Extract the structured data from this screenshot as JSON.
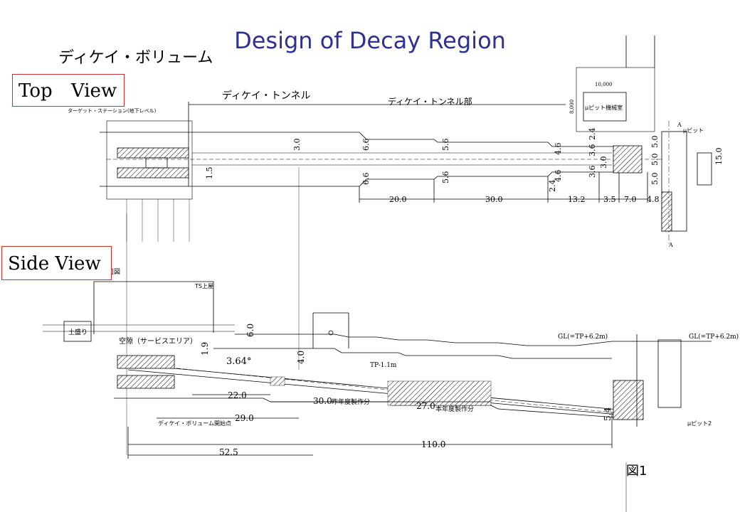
{
  "slide": {
    "title": "Design of Decay Region",
    "top_view_label": "Top View",
    "side_view_label": "Side View"
  },
  "drawing": {
    "heading_jp": "ディケイ・ボリューム",
    "tunnel_label": "ディケイ・トンネル",
    "tunnel_section_label": "ディケイ・トンネル部",
    "target_station_label": "ターゲット・ステーション(地下レベル)",
    "mu_pit_room": "μピット機械室",
    "mu_pit": "μピット",
    "mu_pit_2": "μピット2",
    "dim_10000": "10,000",
    "dim_8000": "8,000",
    "section_label": "断面図",
    "ts_top": "TS上屋",
    "soil": "土盛り",
    "space_service": "空隙（サービスエリア）",
    "gl_left": "GL(=TP+6.2m)",
    "gl_right": "GL(=TP+6.2m)",
    "tp_level": "TP-1.1m",
    "last_year": "昨年度製作分",
    "this_year": "本年度製作分",
    "decay_start": "ディケイ・ボリューム開始点",
    "angle": "3.64°",
    "figure_label": "図1",
    "section_a": "A",
    "top_dims": {
      "d3_0": "3.0",
      "d1_5": "1.5",
      "d6_6a": "6.6",
      "d6_6b": "6.6",
      "d5_6a": "5.6",
      "d5_6b": "5.6",
      "d4_6a": "4.6",
      "d4_6b": "4.6",
      "d2_4a": "2.4",
      "d2_4b": "2.4",
      "d3_6a": "3.6",
      "d3_6b": "3.6",
      "d3_0b": "3.0",
      "d5_0a": "5.0",
      "d5_0b": "5.0",
      "d5_0c": "5.0",
      "d15_0": "15.0",
      "d20_0": "20.0",
      "d30_0": "30.0",
      "d13_2": "13.2",
      "d3_5": "3.5",
      "d7_0": "7.0",
      "d4_8": "4.8"
    },
    "side_dims": {
      "d6_0": "6.0",
      "d1_9": "1.9",
      "d4_0": "4.0",
      "d22_0": "22.0",
      "d30_0": "30.0",
      "d27_0": "27.0",
      "d29_0": "29.0",
      "d5_4": "5.4",
      "d110_0": "110.0",
      "d52_5": "52.5"
    }
  }
}
